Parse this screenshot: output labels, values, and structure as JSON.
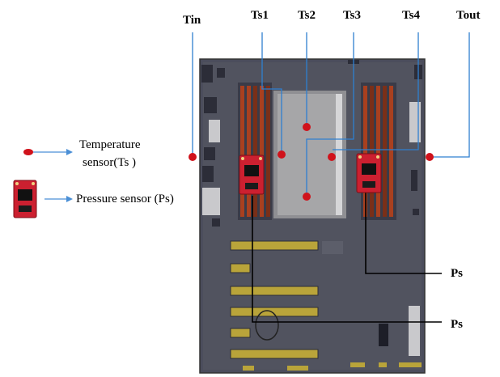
{
  "labels": {
    "tin": "Tin",
    "ts1": "Ts1",
    "ts2": "Ts2",
    "ts3": "Ts3",
    "ts4": "Ts4",
    "tout": "Tout",
    "ps_upper": "Ps",
    "ps_lower": "Ps"
  },
  "legend": {
    "temperature_line1": "Temperature",
    "temperature_line2": "sensor(Ts )",
    "pressure": "Pressure sensor (Ps)"
  },
  "colors": {
    "sensor_dot": "#d0121b",
    "legend_arrow": "#4a8fd6",
    "board": "#4b4d5c",
    "board_dark": "#2f3040",
    "ram_stick": "#a9401f",
    "slot": "#b9a43a",
    "heatsink": "#a6a6a8",
    "pressure_board": "#cc2030",
    "leader_line": "#2f7fd0",
    "ps_line": "#000000"
  },
  "icons": [
    "temperature-sensor-dot",
    "pressure-sensor-chip",
    "right-arrow-icon"
  ]
}
